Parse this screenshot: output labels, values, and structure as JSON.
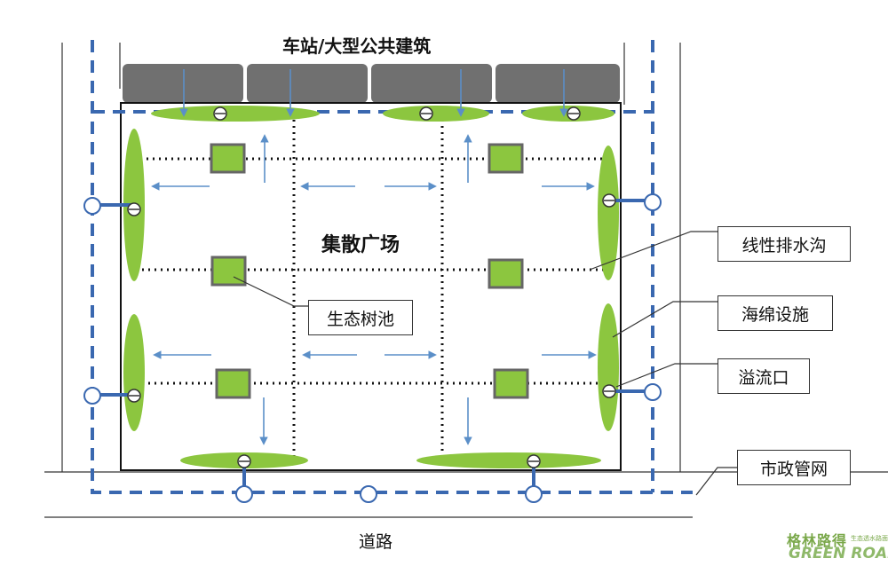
{
  "title": "车站/大型公共建筑",
  "plaza_label": "集散广场",
  "road_label": "道路",
  "legend": {
    "linear_drain": "线性排水沟",
    "sponge_facility": "海绵设施",
    "overflow_outlet": "溢流口",
    "municipal_network": "市政管网",
    "eco_tree_pit": "生态树池"
  },
  "logo": {
    "chinese": "格林路得",
    "sub": "生态透水路面",
    "english": "GREEN ROAD"
  },
  "colors": {
    "green": "#8cc63f",
    "pipe_blue": "#3a68b0",
    "arrow_blue": "#5b8fc8",
    "building_gray": "#6e6e6e"
  }
}
